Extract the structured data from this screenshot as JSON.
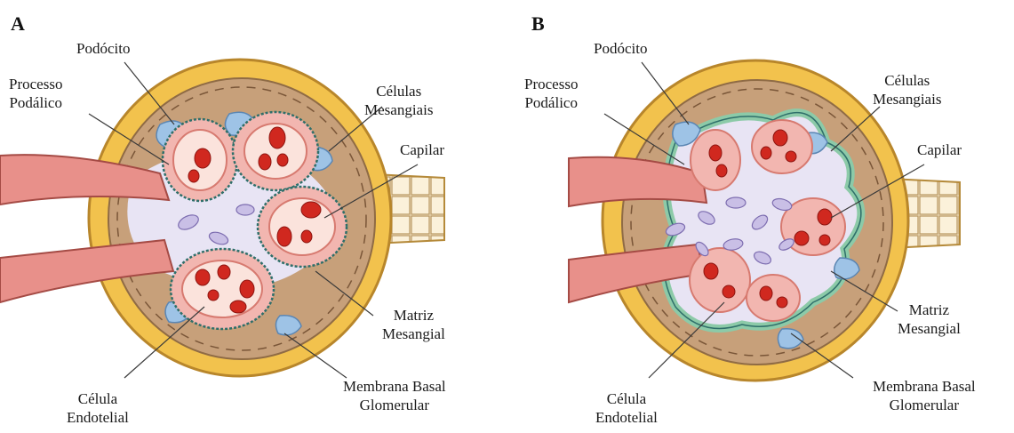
{
  "panels": [
    {
      "letter": "A",
      "labels": {
        "podocito": "Podócito",
        "processo": [
          "Processo",
          "Podálico"
        ],
        "mesangiais": [
          "Células",
          "Mesangiais"
        ],
        "capilar": "Capilar",
        "matriz": [
          "Matriz",
          "Mesangial"
        ],
        "membrana": [
          "Membrana Basal",
          "Glomerular"
        ],
        "endotelial": [
          "Célula",
          "Endotelial"
        ]
      }
    },
    {
      "letter": "B",
      "labels": {
        "podocito": "Podócito",
        "processo": [
          "Processo",
          "Podálico"
        ],
        "mesangiais": [
          "Células",
          "Mesangiais"
        ],
        "capilar": "Capilar",
        "matriz": [
          "Matriz",
          "Mesangial"
        ],
        "membrana": [
          "Membrana Basal",
          "Glomerular"
        ],
        "endotelial": [
          "Célula",
          "Endotelial"
        ]
      }
    }
  ],
  "colors": {
    "capsule_outer": "#f2c24d",
    "capsule_inner": "#c7a07a",
    "mesangium": "#e8e4f4",
    "mesangial_cell": "#c9bfe6",
    "capillary_wall": "#f2b6b0",
    "capillary_lumen": "#fbe3dc",
    "rbc": "#d0281f",
    "podocyte": "#9ec3e6",
    "gbm_B": "#8ccaa8",
    "vessel": "#e8908a"
  }
}
